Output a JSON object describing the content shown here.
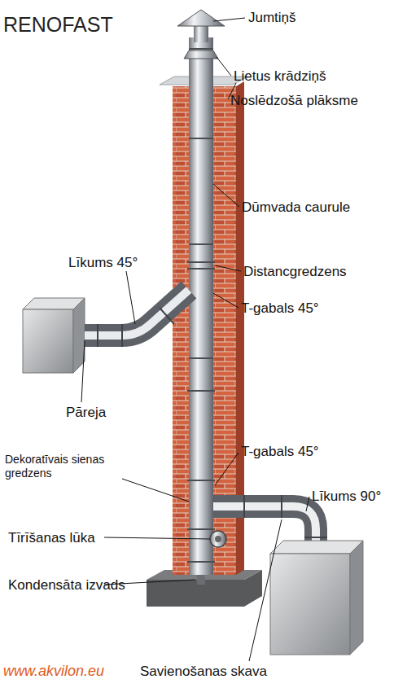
{
  "diagram": {
    "title": "RENOFAST",
    "labels": [
      "Jumtiņš",
      "Lietus krādziņš",
      "Noslēdzošā plāksme",
      "Dūmvada caurule",
      "Līkums 45°",
      "Distancgredzens",
      "T-gabals 45°",
      "Pāreja",
      "Dekoratīvais sienas gredzens",
      "T-gabals 45°",
      "Līkums 90°",
      "Tīrīšanas lūka",
      "Kondensāta izvads",
      "Savienošanas skava",
      "www.akvilon.eu"
    ]
  }
}
